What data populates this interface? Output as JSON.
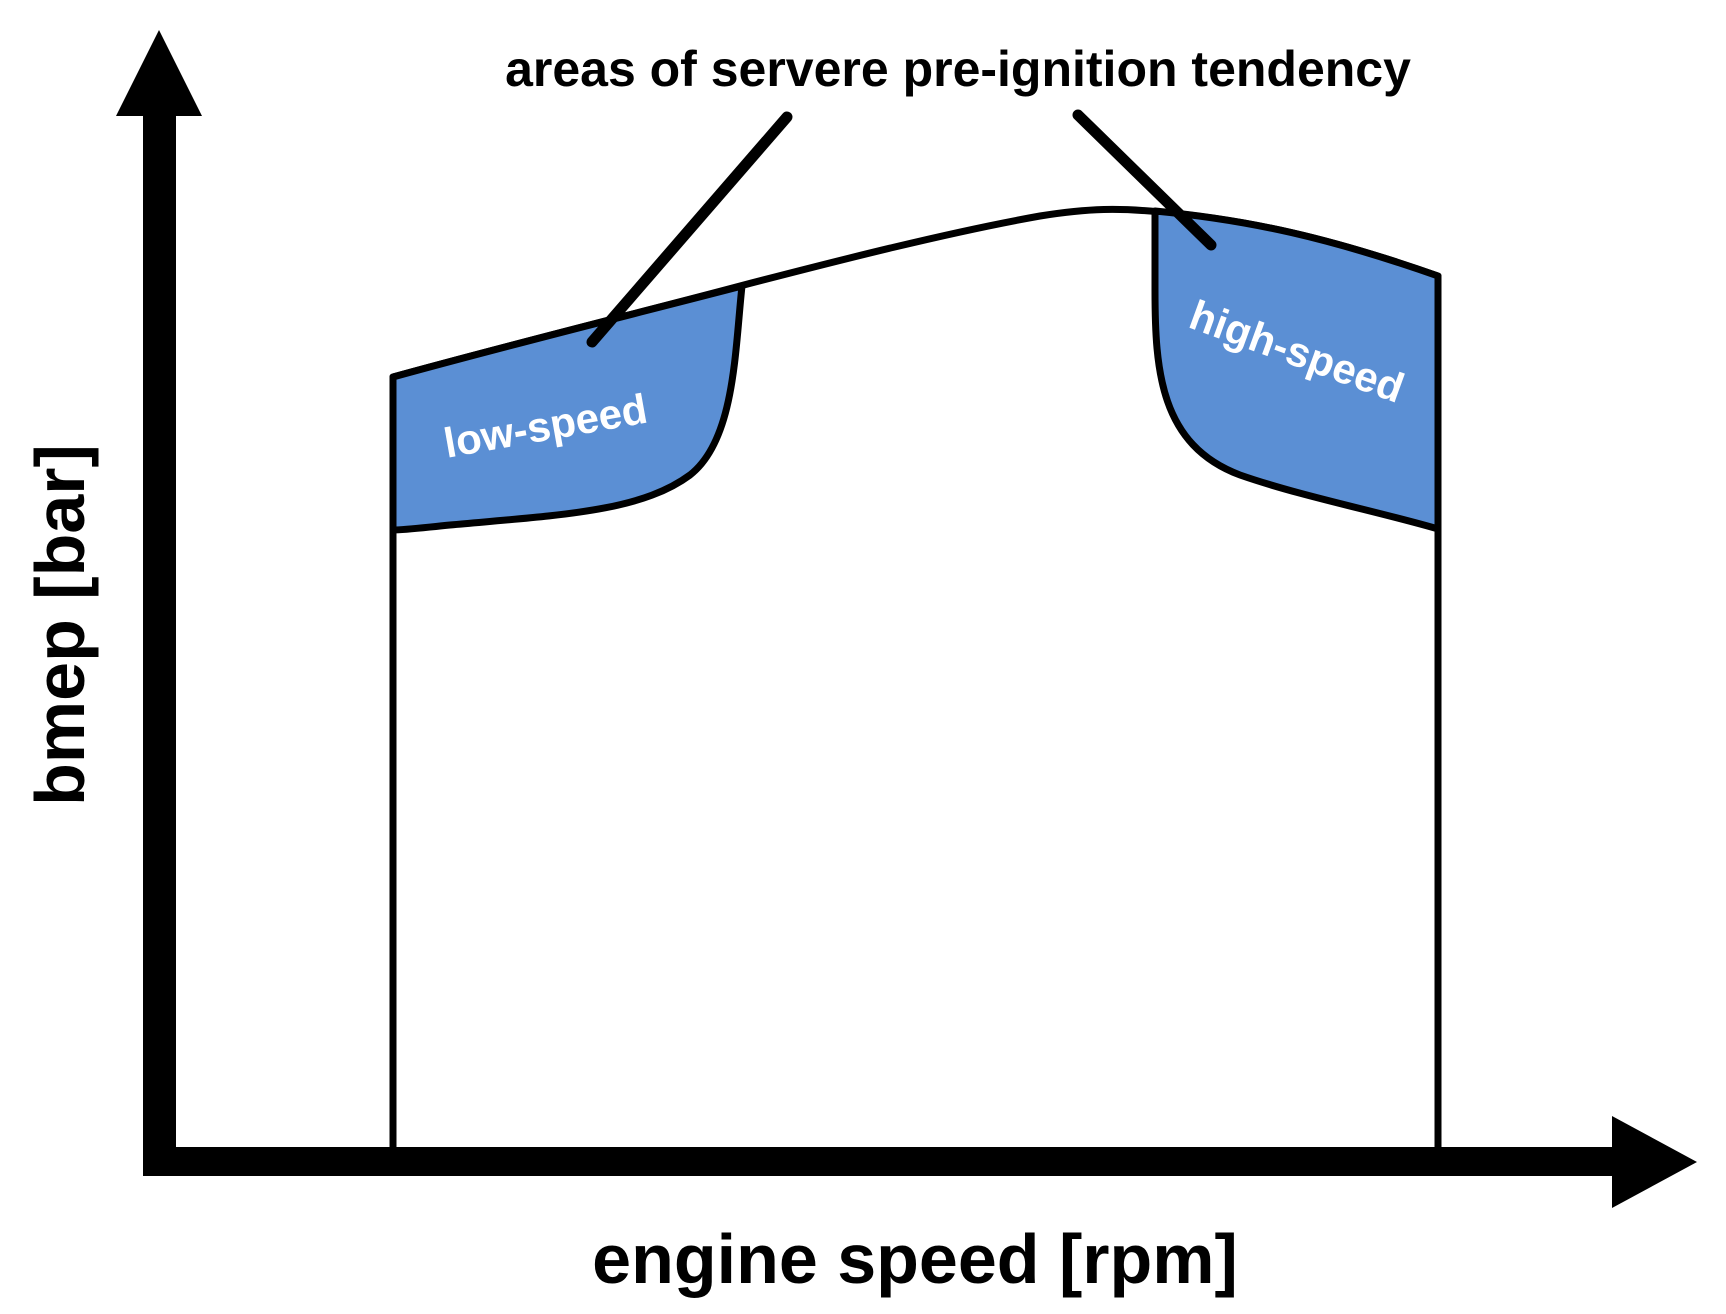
{
  "diagram": {
    "title": "areas of servere pre-ignition tendency",
    "x_axis_label": "engine speed [rpm]",
    "y_axis_label": "bmep [bar]",
    "regions": [
      {
        "label": "low-speed"
      },
      {
        "label": "high-speed"
      }
    ],
    "colors": {
      "region_fill": "#5b8fd4",
      "line": "#000000",
      "background": "#ffffff"
    }
  }
}
